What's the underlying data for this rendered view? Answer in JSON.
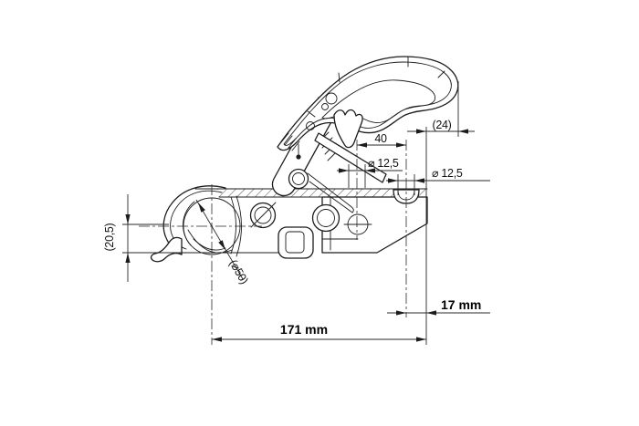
{
  "drawing": {
    "title": "trailer-coupling-dimension-drawing",
    "colors": {
      "line": "#1c1c1c",
      "background": "#ffffff"
    },
    "dimensions": {
      "handle_overhang": "(24)",
      "hole_spacing": "40",
      "left_hole_diameter": "⌀ 12,5",
      "right_hole_diameter": "⌀ 12,5",
      "ball_center_to_base": "(20,5)",
      "ball_diameter": "(⌀50)",
      "rear_edge_offset": "17 mm",
      "overall_length": "171 mm"
    }
  }
}
